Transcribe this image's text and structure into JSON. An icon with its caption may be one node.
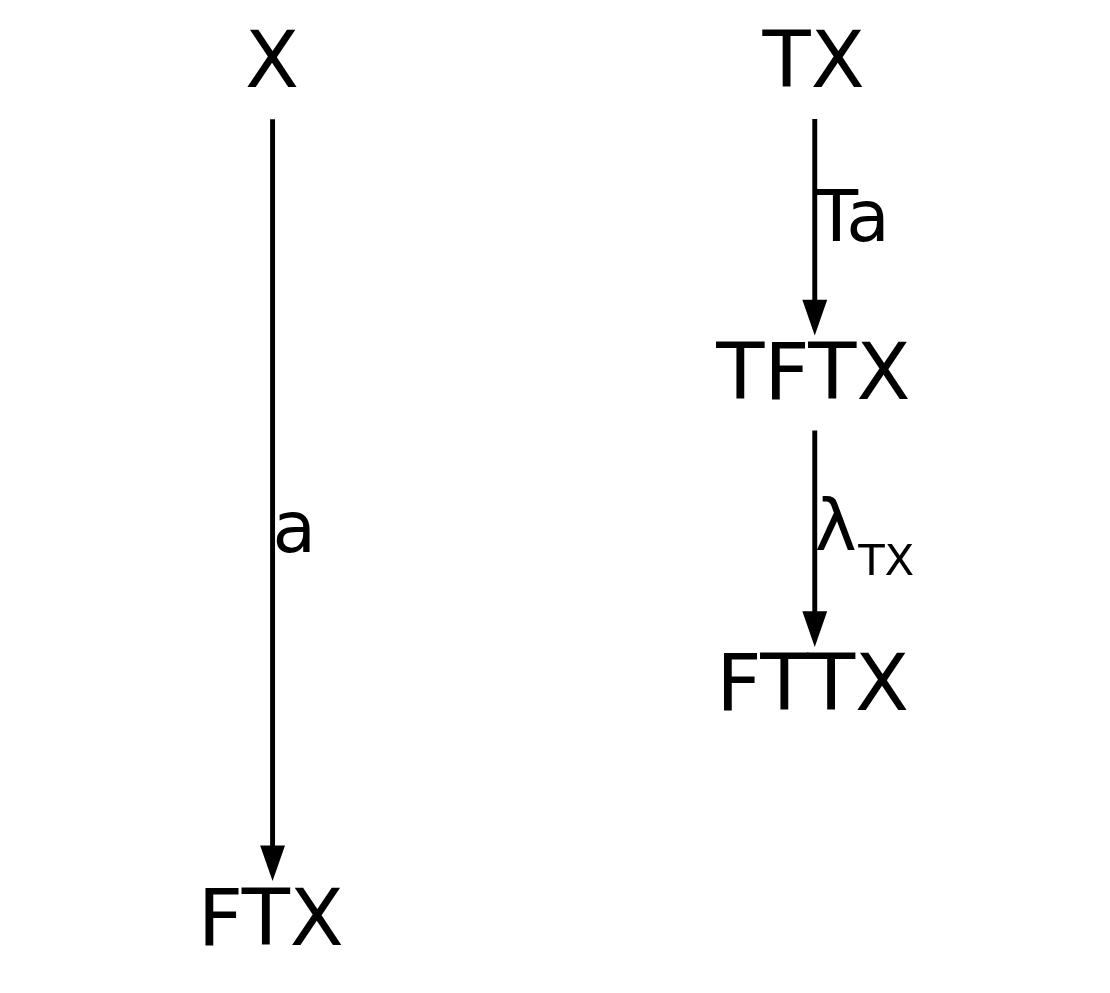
{
  "diagram": {
    "nodes": [
      {
        "text": [
          "X"
        ]
      },
      {
        "text": [
          "FTX"
        ]
      },
      {
        "text": [
          "TX"
        ]
      },
      {
        "text": [
          "TFTX"
        ]
      },
      {
        "text": [
          "FTTX"
        ]
      }
    ],
    "edges": [
      {
        "from": 0,
        "to": 1,
        "arrow": "to",
        "label": "a"
      },
      {
        "from": 2,
        "to": 3,
        "arrow": "to",
        "label": "Ta"
      },
      {
        "from": 3,
        "to": 4,
        "arrow": "to",
        "label": "λ$_{TX}$"
      }
    ]
  }
}
